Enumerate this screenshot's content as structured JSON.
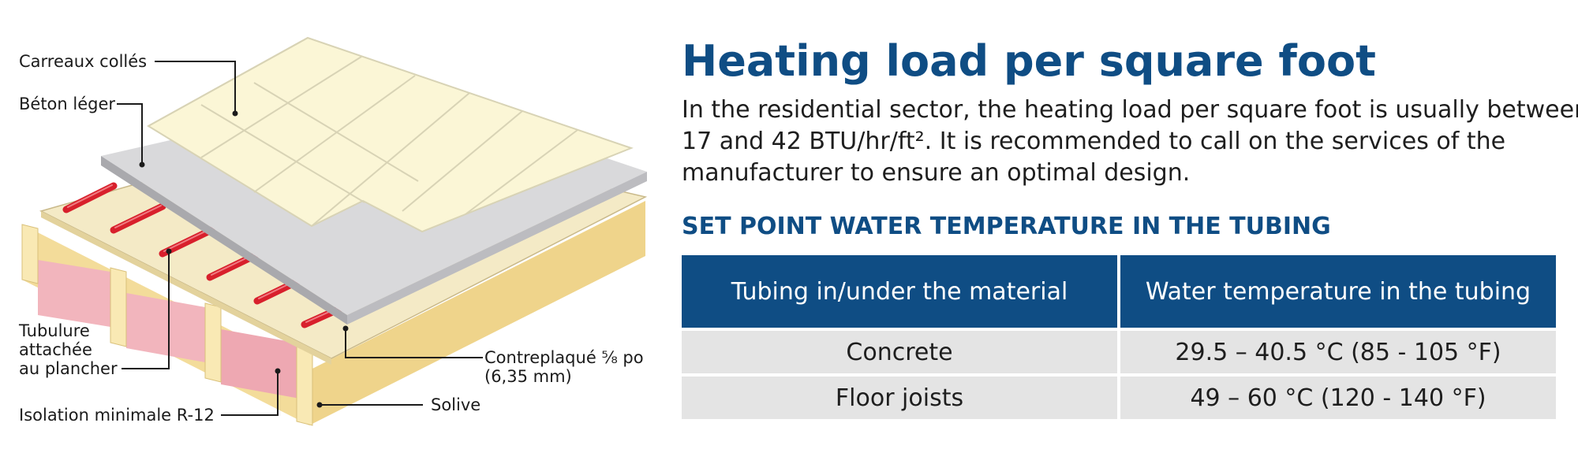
{
  "callouts": {
    "tiles": "Carreaux collés",
    "concrete": "Béton léger",
    "tubing_line1": "Tubulure",
    "tubing_line2": "attachée",
    "tubing_line3": "au plancher",
    "insulation": "Isolation minimale R-12",
    "plywood_line1": "Contreplaqué ⁵⁄₈ po",
    "plywood_line2": "(6,35 mm)",
    "joist": "Solive"
  },
  "heading": {
    "title": "Heating load per square foot",
    "intro_line1": "In the residential sector, the heating load per square foot is usually between",
    "intro_line2": "17 and 42 BTU/hr/ft². It is recommended to call on the services of the",
    "intro_line3": "manufacturer to ensure an optimal design."
  },
  "section": {
    "title": "SET POINT WATER TEMPERATURE IN THE TUBING"
  },
  "table": {
    "headers": [
      "Tubing in/under the material",
      "Water temperature in the tubing"
    ],
    "rows": [
      [
        "Concrete",
        "29.5 – 40.5 °C (85 - 105 °F)"
      ],
      [
        "Floor joists",
        "49 – 60 °C (120 - 140 °F)"
      ]
    ]
  },
  "colors": {
    "brand_blue": "#0f4d84",
    "table_cell": "#e4e4e4",
    "tubing_red": "#d8202c",
    "insulation_pink": "#f2b5bd",
    "wood": "#f7e4a6",
    "tile": "#fbf6d6"
  }
}
